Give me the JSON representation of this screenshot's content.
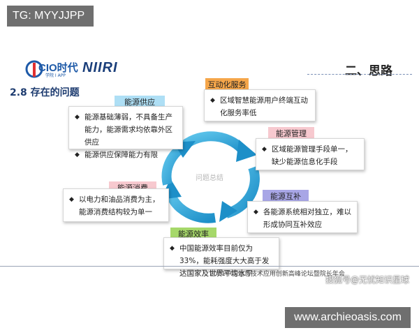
{
  "overlay": {
    "tag": "TG: MYYJJPP",
    "url": "www.archieoasis.com"
  },
  "header": {
    "logo1_main": "CIO时代",
    "logo1_sub": "学院 I APP",
    "logo2": "NIIRI",
    "section_title": "二、思路"
  },
  "heading": "2.8 存在的问题",
  "center_label": "问题总结",
  "cards": {
    "supply": {
      "label": "能源供应",
      "lines": [
        "能源基础薄弱，不具备生产能力，能源需求均依靠外区供应",
        "能源供应保障能力有限"
      ]
    },
    "interaction": {
      "label": "互动化服务",
      "lines": [
        "区域智慧能源用户终端互动化服务率低"
      ]
    },
    "management": {
      "label": "能源管理",
      "lines": [
        "区域能源管理手段单一，缺少能源信息化手段"
      ]
    },
    "complement": {
      "label": "能源互补",
      "lines": [
        "各能源系统相对独立，难以形成协同互补效应"
      ]
    },
    "efficiency": {
      "label": "能源效率",
      "lines": [
        "中国能源效率目前仅为33%，能耗强度大大高于发达国家及世界平均水平"
      ]
    },
    "consumption": {
      "label": "能源消费",
      "lines": [
        "以电力和油品消费为主，能源消费结构较为单一"
      ]
    }
  },
  "footer": {
    "text": "2021中国信息技术应用创新高峰论坛暨院长年会",
    "sohu": "搜狐号@无忧知识星球"
  },
  "colors": {
    "blue": "#aedff5",
    "orange": "#f5a64a",
    "pink": "#f7c9cf",
    "green": "#a6d86a",
    "purple": "#a8a6e6",
    "cycle": "#29a3d6"
  }
}
